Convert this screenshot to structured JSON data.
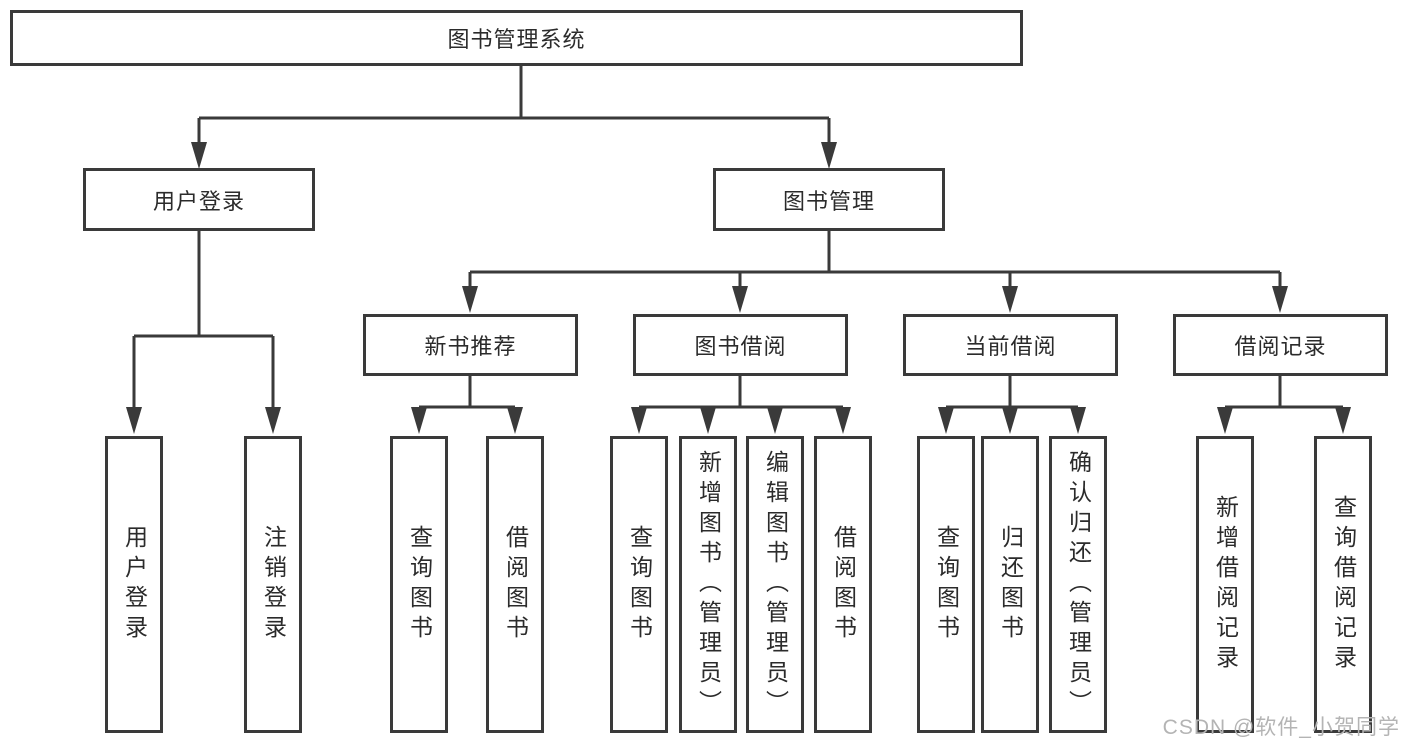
{
  "diagram": {
    "root": {
      "label": "图书管理系统"
    },
    "branches": [
      {
        "label": "用户登录",
        "children": [
          "用户登录",
          "注销登录"
        ]
      },
      {
        "label": "图书管理",
        "groups": [
          {
            "label": "新书推荐",
            "children": [
              "查询图书",
              "借阅图书"
            ]
          },
          {
            "label": "图书借阅",
            "children": [
              "查询图书",
              "新增图书（管理员）",
              "编辑图书（管理员）",
              "借阅图书"
            ]
          },
          {
            "label": "当前借阅",
            "children": [
              "查询图书",
              "归还图书",
              "确认归还（管理员）"
            ]
          },
          {
            "label": "借阅记录",
            "children": [
              "新增借阅记录",
              "查询借阅记录"
            ]
          }
        ]
      }
    ]
  },
  "watermark": {
    "text": "CSDN @软件_小贺同学"
  },
  "colors": {
    "line": "#3a3a3a",
    "text": "#2b2b2b",
    "background": "#ffffff",
    "watermark": "#b4b4b4"
  }
}
